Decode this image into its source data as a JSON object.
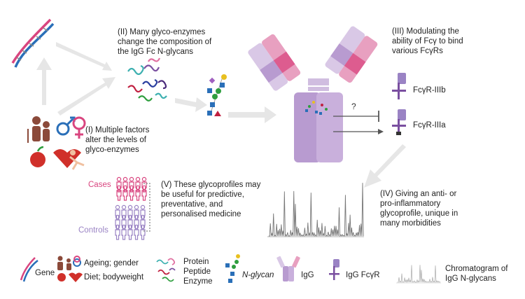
{
  "steps": {
    "s2": [
      "(II) Many glyco-enzymes",
      "change the composition of",
      "the IgG Fc N-glycans"
    ],
    "s1": [
      "(I) Multiple factors",
      "alter the levels of",
      "glyco-enzymes"
    ],
    "s3": [
      "(III) Modulating the",
      "ability of Fcγ to bind",
      "various FcγRs"
    ],
    "s4": [
      "(IV) Giving an anti- or",
      "pro-inflammatory",
      "glycoprofile, unique in",
      "many morbidities"
    ],
    "s5": [
      "(V) These glycoprofiles may",
      "be useful for predictive,",
      "preventative, and",
      "personalised medicine"
    ]
  },
  "receptors": {
    "r1": "FcγR-IIIb",
    "r2": "FcγR-IIIa"
  },
  "question_mark": "?",
  "groups": {
    "cases": "Cases",
    "controls": "Controls"
  },
  "legend": {
    "gene": "Gene",
    "ageing": "Ageing; gender",
    "diet": "Diet; bodyweight",
    "enzymes": [
      "Protein",
      "Peptide",
      "Enzyme"
    ],
    "nglycan": "N-glycan",
    "igg": "IgG",
    "fcgr": "IgG FcγR",
    "chrom": [
      "Chromatogram of",
      "IgG N-glycans"
    ]
  },
  "colors": {
    "pink": "#d9457f",
    "purple": "#7a4fa0",
    "igg_light": "#d9c8e6",
    "igg_mid": "#b89bd0",
    "cases": "#d9457f",
    "controls": "#9a83c4",
    "arrow": "#e2e2e2"
  }
}
